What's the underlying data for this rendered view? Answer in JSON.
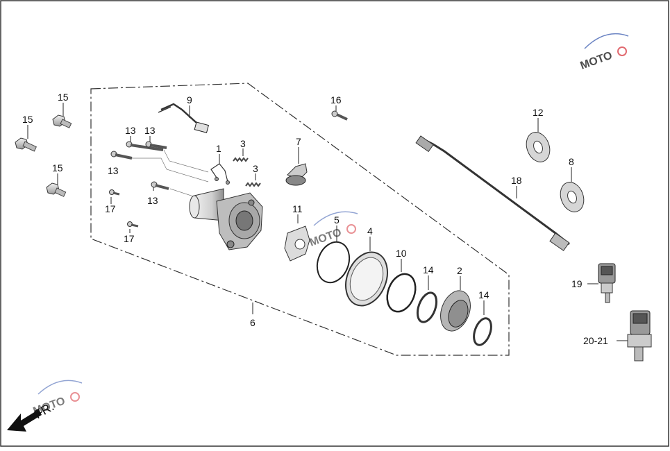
{
  "diagram": {
    "callouts": [
      {
        "id": "c1",
        "label": "1"
      },
      {
        "id": "c2",
        "label": "2"
      },
      {
        "id": "c3a",
        "label": "3"
      },
      {
        "id": "c3b",
        "label": "3"
      },
      {
        "id": "c4",
        "label": "4"
      },
      {
        "id": "c5",
        "label": "5"
      },
      {
        "id": "c6",
        "label": "6"
      },
      {
        "id": "c7",
        "label": "7"
      },
      {
        "id": "c8",
        "label": "8"
      },
      {
        "id": "c9",
        "label": "9"
      },
      {
        "id": "c10",
        "label": "10"
      },
      {
        "id": "c11",
        "label": "11"
      },
      {
        "id": "c12",
        "label": "12"
      },
      {
        "id": "c13a",
        "label": "13"
      },
      {
        "id": "c13b",
        "label": "13"
      },
      {
        "id": "c13c",
        "label": "13"
      },
      {
        "id": "c13d",
        "label": "13"
      },
      {
        "id": "c14a",
        "label": "14"
      },
      {
        "id": "c14b",
        "label": "14"
      },
      {
        "id": "c15a",
        "label": "15"
      },
      {
        "id": "c15b",
        "label": "15"
      },
      {
        "id": "c15c",
        "label": "15"
      },
      {
        "id": "c16",
        "label": "16"
      },
      {
        "id": "c17a",
        "label": "17"
      },
      {
        "id": "c17b",
        "label": "17"
      },
      {
        "id": "c18",
        "label": "18"
      },
      {
        "id": "c19",
        "label": "19"
      },
      {
        "id": "c20",
        "label": "20-21"
      }
    ],
    "direction_label": "FR.",
    "watermark_text": "MOTO",
    "colors": {
      "line": "#222222",
      "part_fill": "#d9d9d9",
      "part_dark": "#8a8a8a",
      "watermark_red": "#d8383f",
      "watermark_blue": "#3a5bb0"
    }
  }
}
